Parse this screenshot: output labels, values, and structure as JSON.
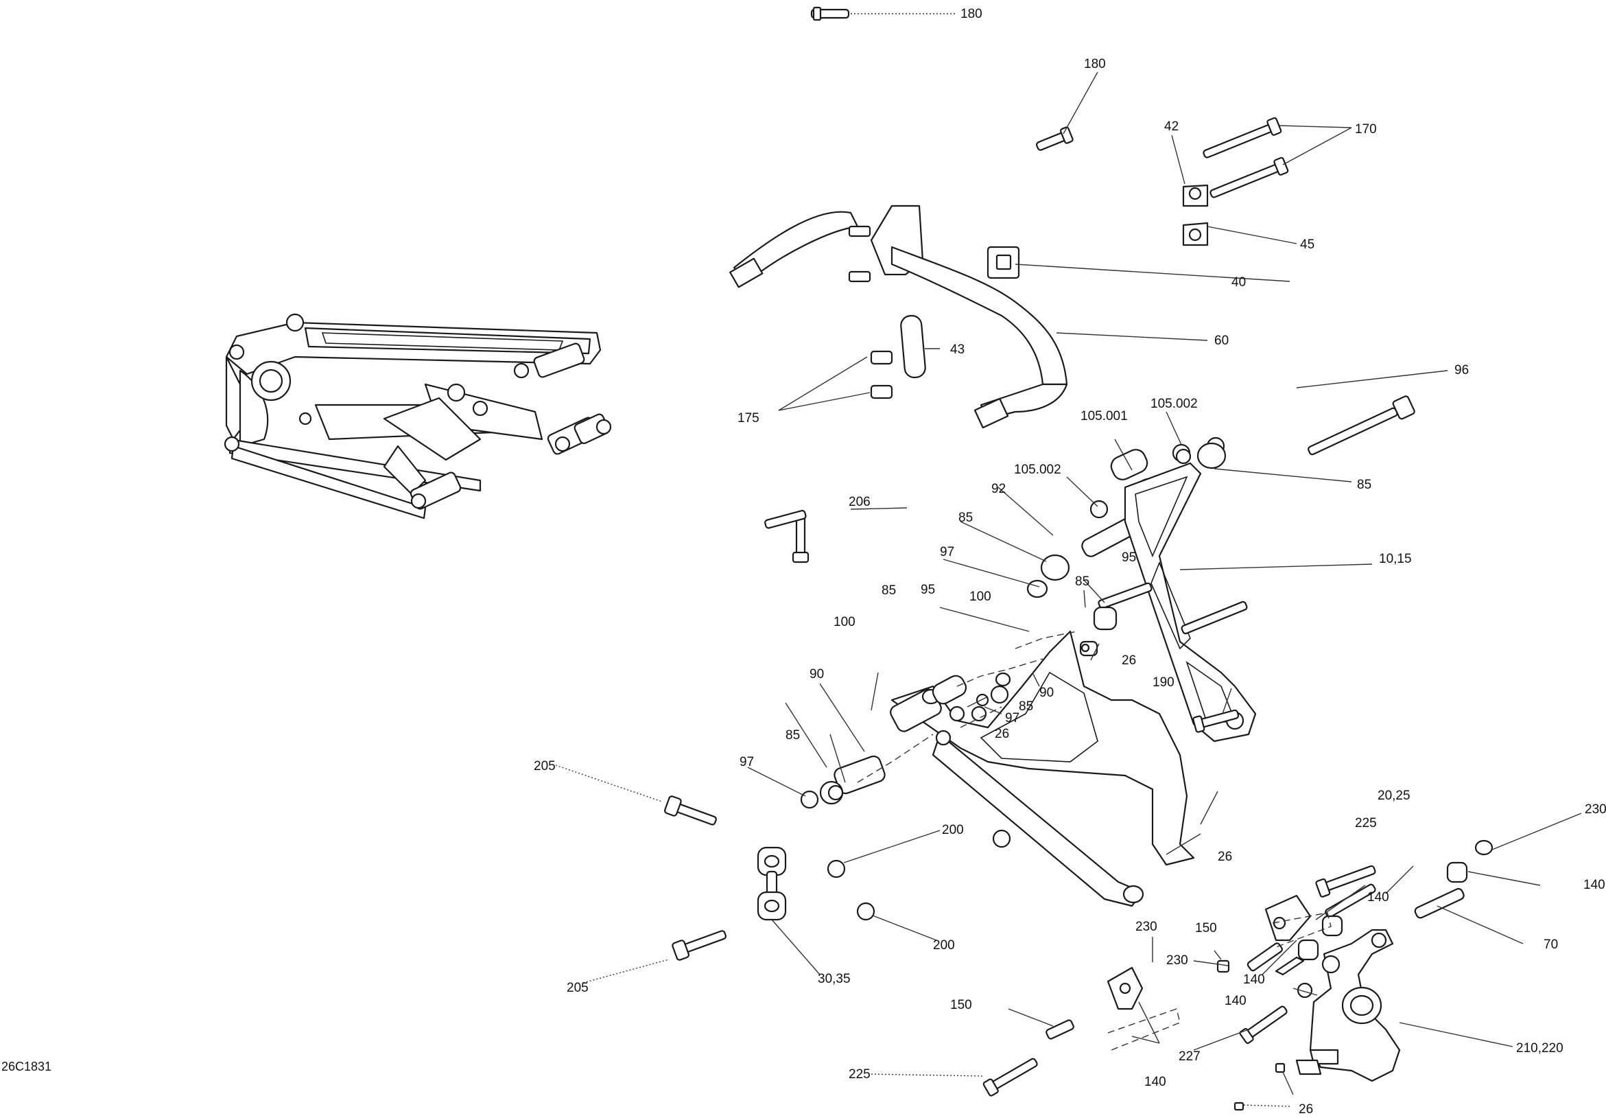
{
  "diagram_code": "26C1831",
  "callouts": [
    {
      "id": "c180a",
      "label": "180"
    },
    {
      "id": "c180b",
      "label": "180"
    },
    {
      "id": "c42",
      "label": "42"
    },
    {
      "id": "c170",
      "label": "170"
    },
    {
      "id": "c45",
      "label": "45"
    },
    {
      "id": "c40",
      "label": "40"
    },
    {
      "id": "c60",
      "label": "60"
    },
    {
      "id": "c43",
      "label": "43"
    },
    {
      "id": "c175",
      "label": "175"
    },
    {
      "id": "c96",
      "label": "96"
    },
    {
      "id": "c105001",
      "label": "105.001"
    },
    {
      "id": "c105002a",
      "label": "105.002"
    },
    {
      "id": "c105002b",
      "label": "105.002"
    },
    {
      "id": "c85a",
      "label": "85"
    },
    {
      "id": "c92",
      "label": "92"
    },
    {
      "id": "c85b",
      "label": "85"
    },
    {
      "id": "c206",
      "label": "206"
    },
    {
      "id": "c1015",
      "label": "10,15"
    },
    {
      "id": "c97a",
      "label": "97"
    },
    {
      "id": "c95a",
      "label": "95"
    },
    {
      "id": "c85c",
      "label": "85"
    },
    {
      "id": "c26a",
      "label": "26"
    },
    {
      "id": "c85d",
      "label": "85"
    },
    {
      "id": "c95b",
      "label": "95"
    },
    {
      "id": "c100a",
      "label": "100"
    },
    {
      "id": "c100b",
      "label": "100"
    },
    {
      "id": "c90a",
      "label": "90"
    },
    {
      "id": "c190",
      "label": "190"
    },
    {
      "id": "c90b",
      "label": "90"
    },
    {
      "id": "c85e",
      "label": "85"
    },
    {
      "id": "c97b",
      "label": "97"
    },
    {
      "id": "c26b",
      "label": "26"
    },
    {
      "id": "c85f",
      "label": "85"
    },
    {
      "id": "c97c",
      "label": "97"
    },
    {
      "id": "c205a",
      "label": "205"
    },
    {
      "id": "c2025",
      "label": "20,25"
    },
    {
      "id": "c200a",
      "label": "200"
    },
    {
      "id": "c225a",
      "label": "225"
    },
    {
      "id": "c230a",
      "label": "230"
    },
    {
      "id": "c26c",
      "label": "26"
    },
    {
      "id": "c140a",
      "label": "140"
    },
    {
      "id": "c140b",
      "label": "140"
    },
    {
      "id": "c200b",
      "label": "200"
    },
    {
      "id": "c150a",
      "label": "150"
    },
    {
      "id": "c70",
      "label": "70"
    },
    {
      "id": "c230b",
      "label": "230"
    },
    {
      "id": "c230c",
      "label": "230"
    },
    {
      "id": "c140c",
      "label": "140"
    },
    {
      "id": "c3035",
      "label": "30,35"
    },
    {
      "id": "c205b",
      "label": "205"
    },
    {
      "id": "c140d",
      "label": "140"
    },
    {
      "id": "c150b",
      "label": "150"
    },
    {
      "id": "c227",
      "label": "227"
    },
    {
      "id": "c21022",
      "label": "210,220"
    },
    {
      "id": "c225b",
      "label": "225"
    },
    {
      "id": "c140e",
      "label": "140"
    },
    {
      "id": "c26d",
      "label": "26"
    }
  ]
}
